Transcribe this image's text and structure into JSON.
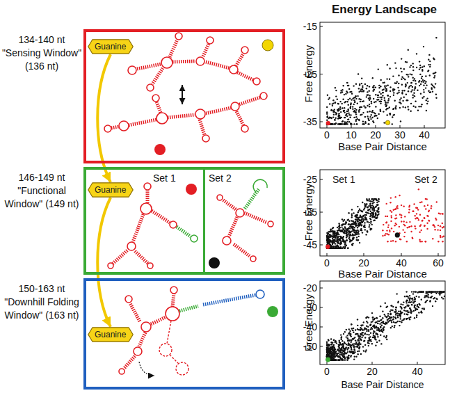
{
  "diagram": {
    "title": "Energy Landscape",
    "nodes": [
      {
        "text": [
          "134-140 nt \"Sensing Window\" (136 nt)"
        ]
      },
      {
        "text": [
          "Guanine"
        ],
        "in": 0
      },
      {
        "text": [
          "146-149 nt \"Functional Window\" (149 nt)"
        ]
      },
      {
        "text": [
          "Set 1"
        ],
        "in": 2
      },
      {
        "text": [
          "Guanine"
        ],
        "in": 3
      },
      {
        "text": [
          "Set 2"
        ],
        "in": 2
      },
      {
        "text": [
          "150-163 nt \"Downhill Folding Window\" (163 nt)"
        ]
      },
      {
        "text": [
          "Guanine"
        ],
        "in": 6
      }
    ],
    "edges": [
      {
        "from": 1,
        "to": 4,
        "arrow": "to"
      },
      {
        "from": 4,
        "to": 7,
        "arrow": "to"
      }
    ],
    "labels": [
      "-15",
      "-25",
      "-35",
      "0",
      "10",
      "20",
      "30",
      "40",
      "Free Energy",
      "Base Pair Distance",
      "Set 1",
      "Set 2",
      "-25",
      "-35",
      "-45",
      "0",
      "20",
      "40",
      "60",
      "Free Energy",
      "Base Pair Distance",
      "-20",
      "-30",
      "-40",
      "-50",
      "0",
      "20",
      "40",
      "Free Energy",
      "Base Pair Distance"
    ]
  }
}
